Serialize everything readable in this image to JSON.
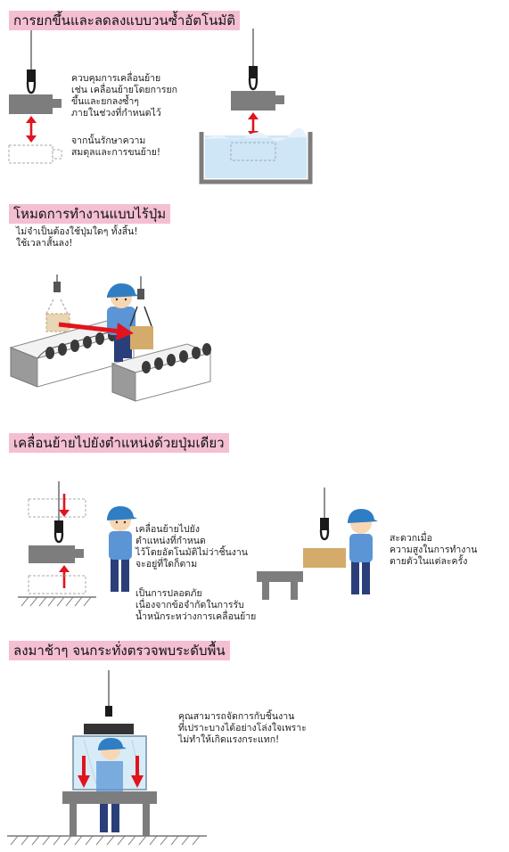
{
  "section1": {
    "title": "การยกขึ้นและลดลงแบบวนซ้ำอัตโนมัติ",
    "desc_lines": [
      "ควบคุมการเคลื่อนย้าย",
      "เช่น เคลื่อนย้ายโดยการยก",
      "ขึ้นและยกลงซ้ำๆ",
      "ภายในช่วงที่กำหนดไว้"
    ],
    "note_lines": [
      "จากนั้นรักษาความ",
      "สมดุลและการขนย้าย!"
    ]
  },
  "section2": {
    "title": "โหมดการทำงานแบบไร้ปุ่ม",
    "desc_lines": [
      "ไม่จำเป็นต้องใช้ปุ่มใดๆ ทั้งสิ้น!",
      "ใช้เวลาสั้นลง!"
    ]
  },
  "section3": {
    "title": "เคลื่อนย้ายไปยังตำแหน่งด้วยปุ่มเดียว",
    "desc_lines": [
      "เคลื่อนย้ายไปยัง",
      "ตำแหน่งที่กำหนด",
      "ไว้โดยอัตโนมัติไม่ว่าชิ้นงาน",
      "จะอยู่ที่ใดก็ตาม"
    ],
    "safety_lines": [
      "เป็นการปลอดภัย",
      "เนื่องจากข้อจำกัดในการรับ",
      "น้ำหนักระหว่างการเคลื่อนย้าย"
    ],
    "right_lines": [
      "สะดวกเมื่อ",
      "ความสูงในการทำงาน",
      "ตายตัวในแต่ละครั้ง"
    ]
  },
  "section4": {
    "title": "ลงมาช้าๆ จนกระทั่งตรวจพบระดับพื้น",
    "desc_lines": [
      "คุณสามารถจัดการกับชิ้นงาน",
      "ที่เปราะบางได้อย่างโล่งใจเพราะ",
      "ไม่ทำให้เกิดแรงกระแทก!"
    ]
  },
  "colors": {
    "header_bg": "#f4bfd3",
    "arrow_red": "#e1141e",
    "worker_blue": "#2f7ec4",
    "box_tan": "#d4ab6a",
    "machine_gray": "#7d7d7d",
    "water": "#cfe6f7"
  }
}
